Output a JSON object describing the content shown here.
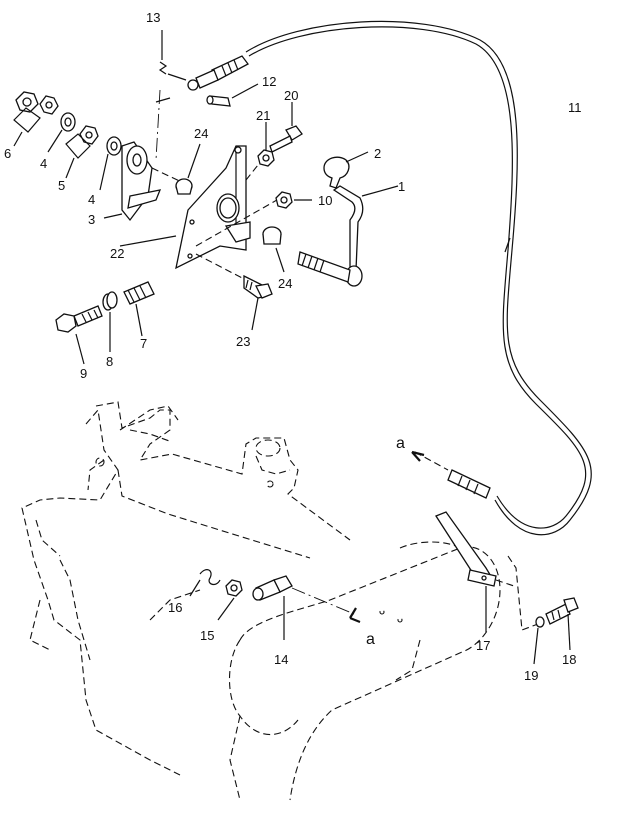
{
  "labels": {
    "p1": "1",
    "p2": "2",
    "p3": "3",
    "p4a": "4",
    "p4b": "4",
    "p5": "5",
    "p6": "6",
    "p7": "7",
    "p8": "8",
    "p9": "9",
    "p10": "10",
    "p11": "11",
    "p12": "12",
    "p13": "13",
    "p14": "14",
    "p15": "15",
    "p16": "16",
    "p17": "17",
    "p18": "18",
    "p19": "19",
    "p20": "20",
    "p21": "21",
    "p22": "22",
    "p23": "23",
    "p24a": "24",
    "p24b": "24",
    "ref_a_top": "a",
    "ref_a_bottom": "a"
  },
  "colors": {
    "line": "#111111",
    "background": "#ffffff"
  }
}
